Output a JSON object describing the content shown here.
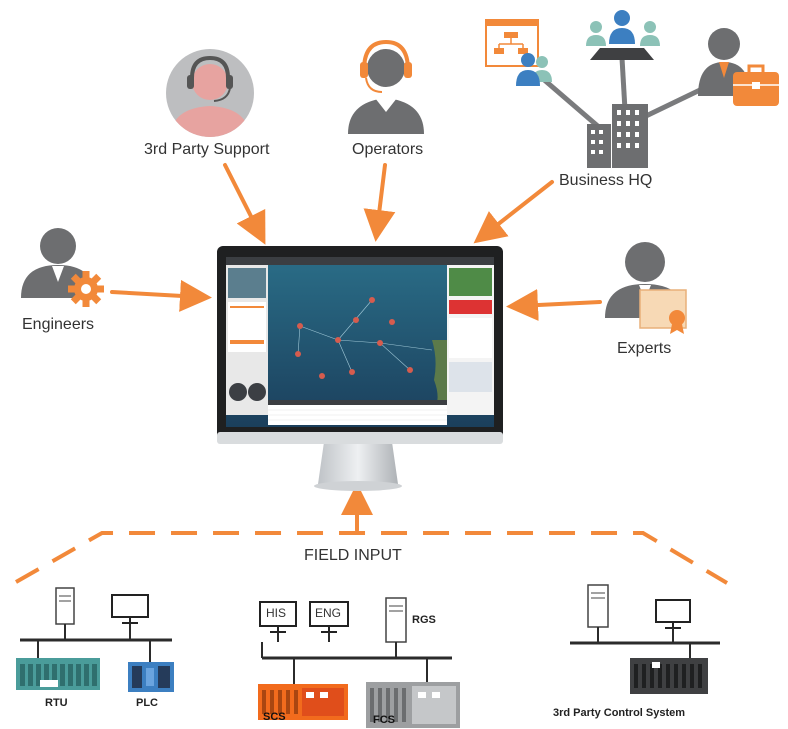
{
  "actors": {
    "third_party_support": "3rd Party Support",
    "operators": "Operators",
    "business_hq": "Business HQ",
    "engineers": "Engineers",
    "experts": "Experts"
  },
  "field_input": "FIELD INPUT",
  "systems": {
    "rtu": "RTU",
    "plc": "PLC",
    "his": "HIS",
    "eng": "ENG",
    "rgs": "RGS",
    "scs": "SCS",
    "fcs": "FCS",
    "third_party_control": "3rd Party Control System"
  },
  "colors": {
    "accent": "#F2893A",
    "person": "#6D6E70",
    "line": "#2B2B2B",
    "orange_fill": "#F26B1D",
    "teal": "#4A9C9A",
    "blue": "#3C7FC1"
  }
}
